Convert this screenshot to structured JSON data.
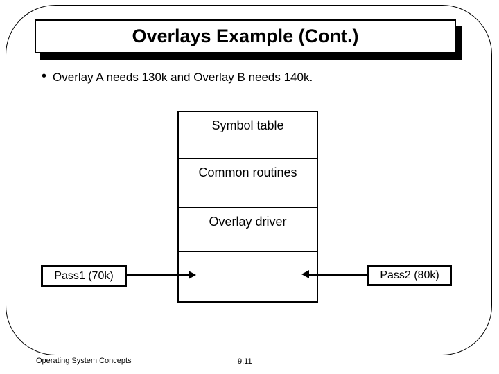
{
  "colors": {
    "ink": "#000000",
    "background": "#ffffff"
  },
  "slide": {
    "title": "Overlays Example (Cont.)",
    "bullet_glyph": "•",
    "bullet_text": "Overlay A needs 130k and Overlay B needs 140k.",
    "footer": {
      "left": "Operating System Concepts",
      "page": "9.11"
    }
  },
  "diagram": {
    "memory_box": {
      "sections": [
        {
          "label": "Symbol table"
        },
        {
          "label": "Common routines"
        },
        {
          "label": "Overlay driver"
        },
        {
          "label": ""
        }
      ]
    },
    "pass1": {
      "label": "Pass1 (70k)"
    },
    "pass2": {
      "label": "Pass2 (80k)"
    }
  }
}
